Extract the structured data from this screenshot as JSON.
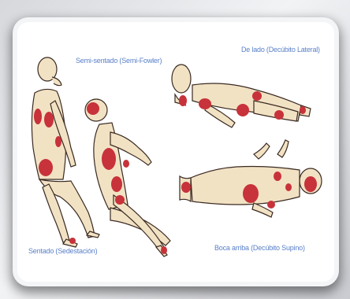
{
  "labels": {
    "semi_fowler": "Semi-sentado (Semi-Fowler)",
    "lateral": "De lado (Decúbito Lateral)",
    "sitting": "Sentado (Sedestación)",
    "supine": "Boca arriba (Decúbito Supino)"
  },
  "colors": {
    "skin": "#f2e2c4",
    "outline": "#3a2a22",
    "pressure_zone": "#c8323a",
    "label_text": "#5a80c8"
  }
}
